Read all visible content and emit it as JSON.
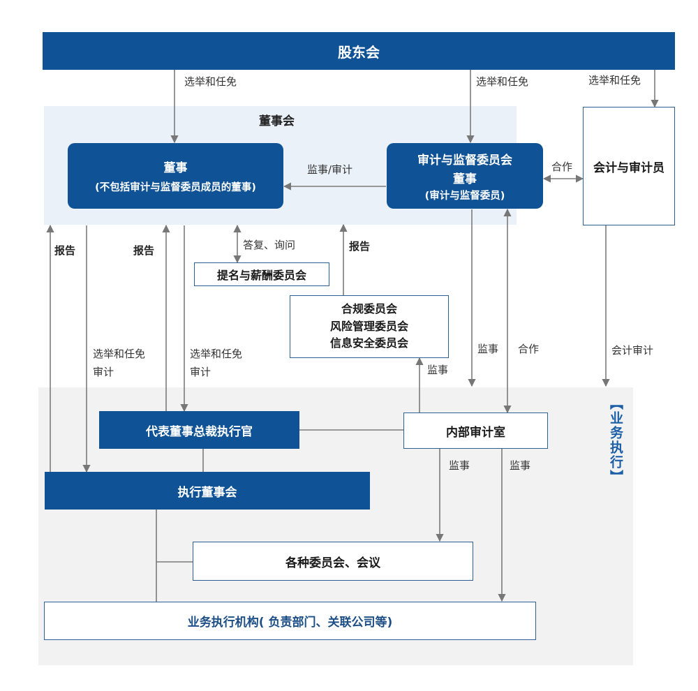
{
  "shareholders": "股东会",
  "board_region_title": "董事会",
  "directors": {
    "title": "董事",
    "subtitle": "(不包括审计与监督委员成员的董事)"
  },
  "audit_committee": {
    "line1": "审计与监督委员会",
    "line2": "董事",
    "line3": "(审计与监督委员)"
  },
  "accounting_auditor": "会计与审计员",
  "nomination_committee": "提名与薪酬委员会",
  "compliance_committees": [
    "合规委员会",
    "风险管理委员会",
    "信息安全委员会"
  ],
  "representative_ceo": "代表董事总裁执行官",
  "executive_board": "执行董事会",
  "internal_audit": "内部审计室",
  "committees_meetings": "各种委员会、会议",
  "business_orgs": "业务执行机构( 负责部门、关联公司等)",
  "business_execution_tag": "【业务执行】",
  "labels": {
    "elect_dismiss_left": "选举和任免",
    "elect_dismiss_mid": "选举和任免",
    "elect_dismiss_right": "选举和任免",
    "supervise_audit": "监事/审计",
    "cooperate_top": "合作",
    "report_1": "报告",
    "report_2": "报告",
    "report_3": "报告",
    "answer_inquiry": "答复、询问",
    "elect_audit_1a": "选举和任免",
    "elect_audit_1b": "审计",
    "elect_audit_2a": "选举和任免",
    "elect_audit_2b": "审计",
    "supervise_1": "监事",
    "cooperate_mid": "合作",
    "accounting_audit": "会计审计",
    "supervise_2": "监事",
    "supervise_3": "监事",
    "supervise_4": "监事"
  },
  "colors": {
    "primary": "#0f5295",
    "board_region": "#eaf1f8",
    "exec_region": "#f2f2f3",
    "line": "#7b7b7b",
    "tag": "#1d5fa7"
  }
}
